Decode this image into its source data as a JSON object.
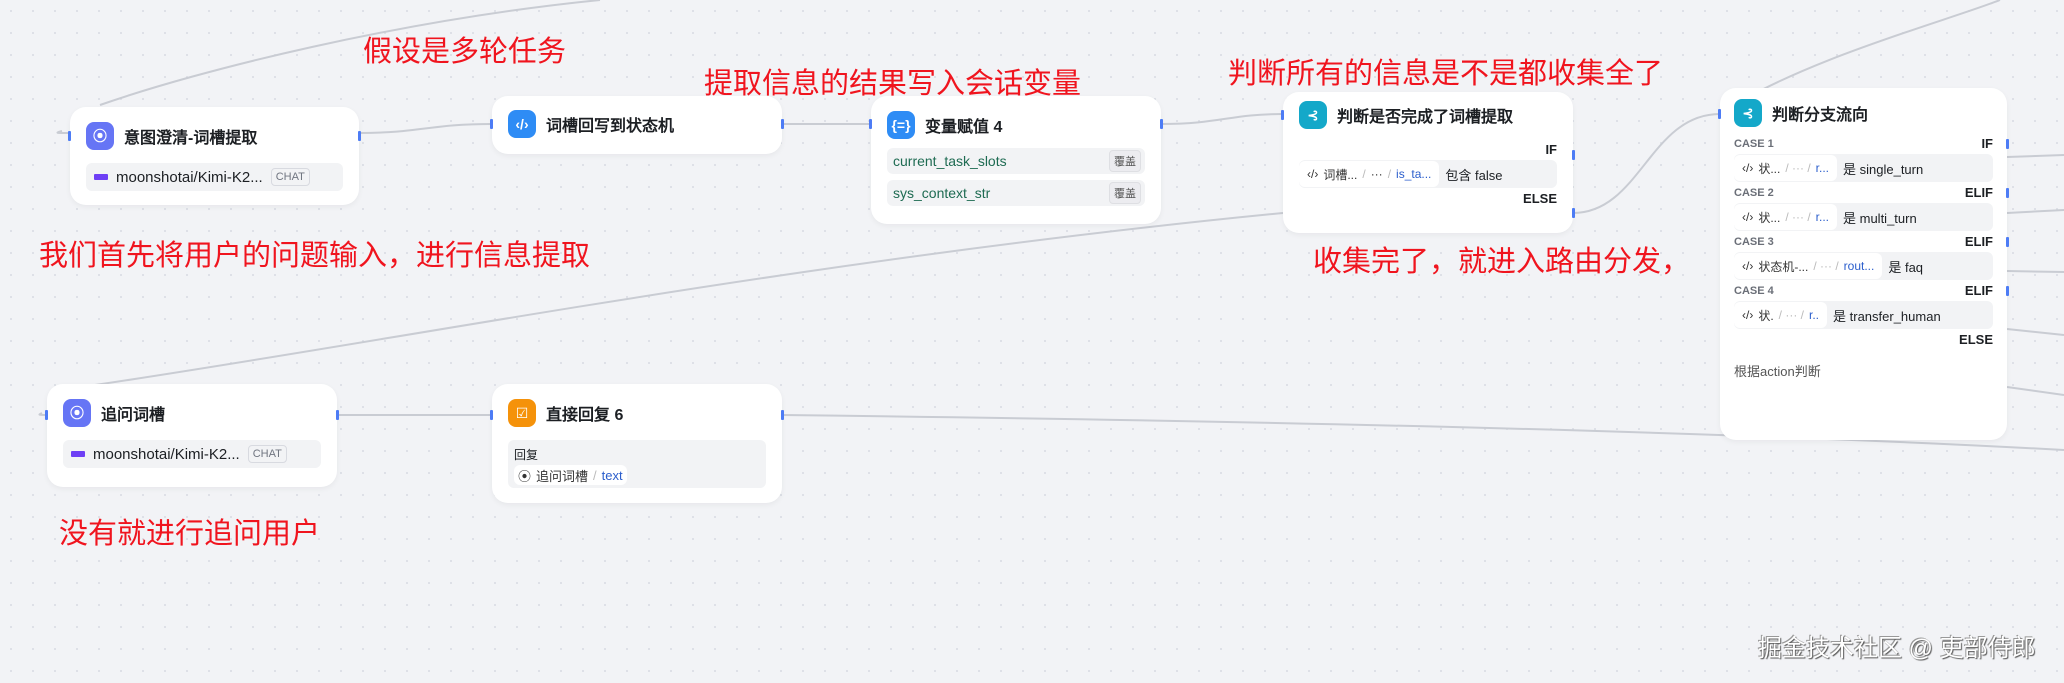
{
  "annotations": {
    "a1": "假设是多轮任务",
    "a2": "提取信息的结果写入会话变量",
    "a3": "判断所有的信息是不是都收集全了",
    "a4": "我们首先将用户的问题输入，进行信息提取",
    "a5": "收集完了，就进入路由分发，",
    "a6": "没有就进行追问用户"
  },
  "nodes": {
    "intent": {
      "title": "意图澄清-词槽提取",
      "model": "moonshotai/Kimi-K2...",
      "tag": "CHAT",
      "icon": "llm-icon"
    },
    "writeback": {
      "title": "词槽回写到状态机",
      "icon": "code-icon"
    },
    "assign": {
      "title": "变量赋值 4",
      "icon": "variable-icon",
      "vars": [
        {
          "name": "current_task_slots",
          "mode": "覆盖"
        },
        {
          "name": "sys_context_str",
          "mode": "覆盖"
        }
      ]
    },
    "check": {
      "title": "判断是否完成了词槽提取",
      "icon": "branch-icon",
      "if": "IF",
      "else": "ELSE",
      "cond": {
        "src": "词槽...",
        "mid": "···",
        "var": "is_ta...",
        "op": "包含 false"
      }
    },
    "route": {
      "title": "判断分支流向",
      "icon": "branch-icon",
      "cases": [
        {
          "case": "CASE 1",
          "kw": "IF",
          "src": "状...",
          "var": "r...",
          "op": "是 single_turn"
        },
        {
          "case": "CASE 2",
          "kw": "ELIF",
          "src": "状...",
          "var": "r...",
          "op": "是 multi_turn"
        },
        {
          "case": "CASE 3",
          "kw": "ELIF",
          "src": "状态机-...",
          "var": "rout...",
          "op": "是 faq"
        },
        {
          "case": "CASE 4",
          "kw": "ELIF",
          "src": "状.",
          "var": "r..",
          "op": "是 transfer_human"
        }
      ],
      "else": "ELSE",
      "desc": "根据action判断"
    },
    "ask": {
      "title": "追问词槽",
      "model": "moonshotai/Kimi-K2...",
      "tag": "CHAT",
      "icon": "llm-icon"
    },
    "reply": {
      "title": "直接回复 6",
      "icon": "reply-icon",
      "label": "回复",
      "src": "追问词槽",
      "var": "text"
    }
  },
  "watermark": "掘金技术社区 @ 吏部侍郎",
  "colors": {
    "llm": "#6675f5",
    "code": "#2e8cf5",
    "branch": "#14a8c9",
    "reply": "#f5920a",
    "annotation": "#f0141e"
  }
}
